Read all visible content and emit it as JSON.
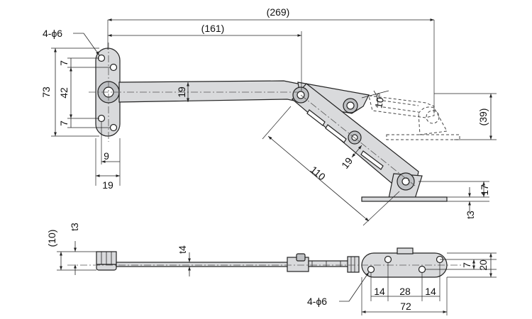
{
  "hole_callout_top": "4-ϕ6",
  "hole_callout_bottom": "4-ϕ6",
  "dims": {
    "overall_length": "(269)",
    "pivot_length": "(161)",
    "plate_height": "73",
    "hole_spacing": "42",
    "hole_offset_top": "7",
    "hole_offset_bottom": "7",
    "arm_width": "19",
    "plate_width": "19",
    "hole_inset": "9",
    "tilt_angle": "10°",
    "raised_height": "(39)",
    "link_length": "110",
    "link_width": "19",
    "bracket_height": "17",
    "bracket_thickness": "t3",
    "side_height": "(10)",
    "side_thickness": "t3",
    "arm_thickness": "t4",
    "base_hole_spacing_v": "7",
    "base_height": "20",
    "base_hole_offset_left": "14",
    "base_hole_spacing_h": "28",
    "base_hole_offset_right": "14",
    "base_length": "72"
  },
  "colors": {
    "part_fill": "#d9dadc",
    "line": "#222222"
  }
}
